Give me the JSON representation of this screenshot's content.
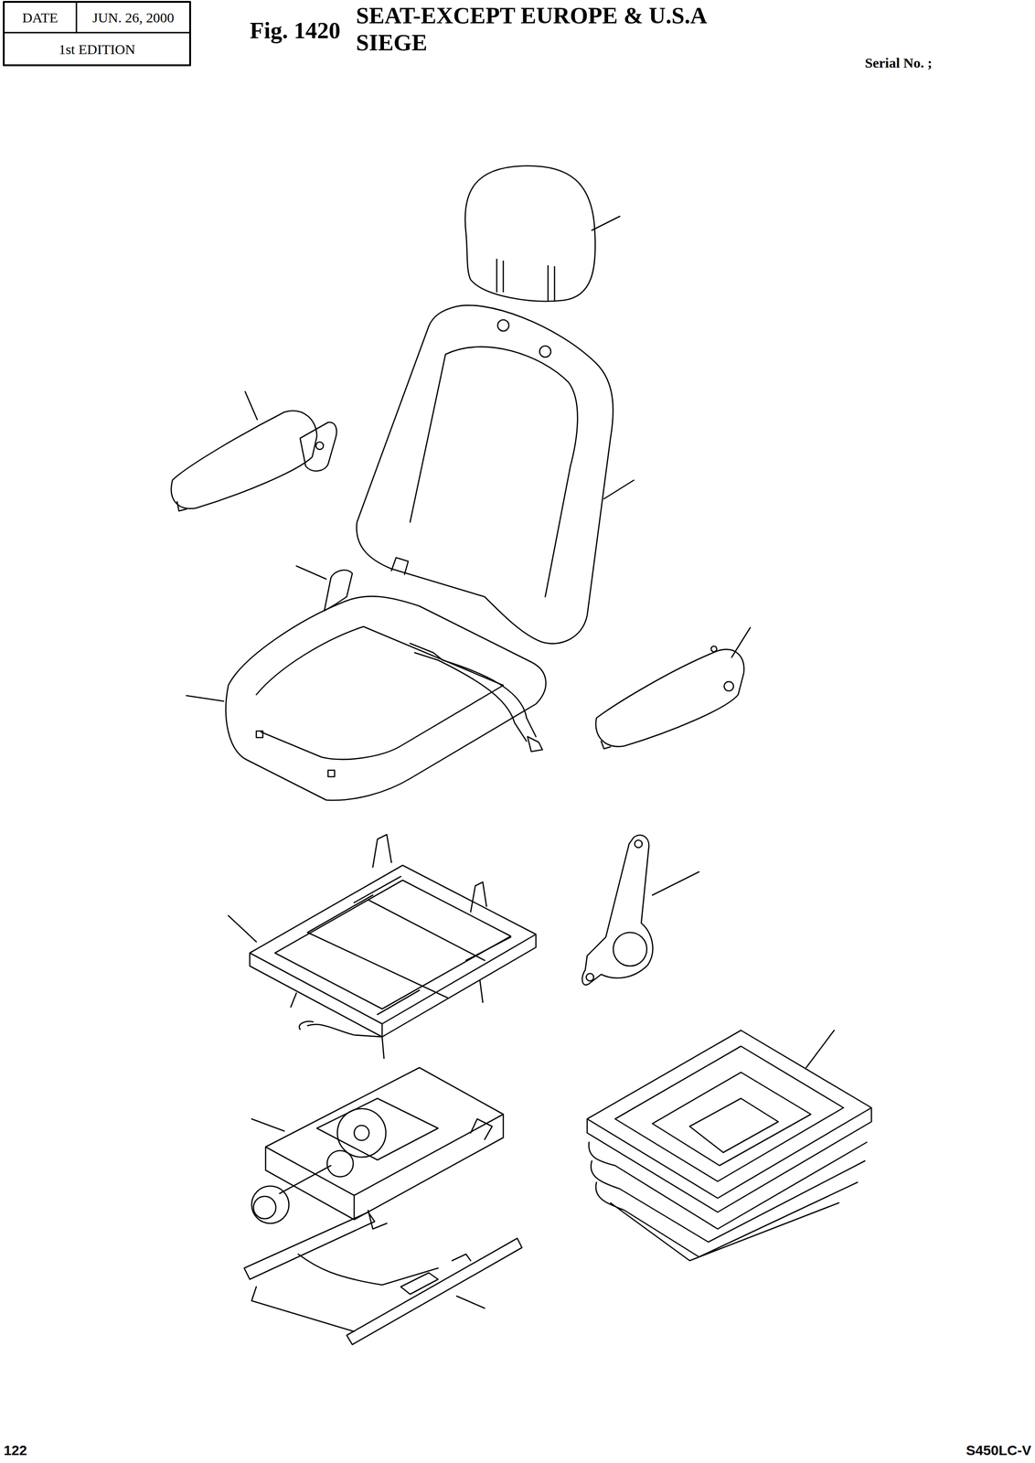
{
  "diagram": {
    "title": "SEAT-EXCEPT EUROPE & U.S.A",
    "labels": [
      "DATE",
      "JUN. 26, 2000",
      "1st EDITION",
      "Fig. 1420",
      "SIEGE",
      "Serial No. ;",
      "122",
      "S450LC-V"
    ]
  }
}
